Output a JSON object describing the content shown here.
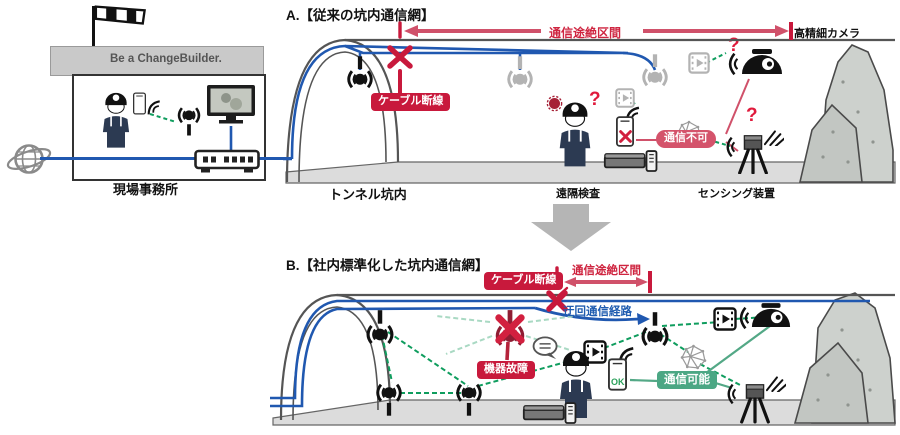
{
  "office": {
    "banner": "Be a ChangeBuilder.",
    "label": "現場事務所"
  },
  "section_a": {
    "title": "A.【従来の坑内通信網】",
    "outage_span_label": "通信途絶区間",
    "hd_camera_label": "高精細カメラ",
    "cable_break_label": "ケーブル断線",
    "tunnel_label": "トンネル坑内",
    "remote_inspection_label": "遠隔検査",
    "comm_unavailable_label": "通信不可",
    "sensing_device_label": "センシング装置",
    "question_mark": "?"
  },
  "section_b": {
    "title": "B.【社内標準化した坑内通信網】",
    "cable_break_label": "ケーブル断線",
    "outage_span_label": "通信途絶区間",
    "detour_route_label": "迂回通信経路",
    "device_failure_label": "機器故障",
    "comm_available_label": "通信可能",
    "phone_ok_text": "OK"
  },
  "colors": {
    "crimson": "#c8193c",
    "pink_red": "#d4536b",
    "cable_blue": "#2058b0",
    "mesh_green": "#0f9d5e",
    "label_green": "#4ba784",
    "icon_gray": "#b3b3b3",
    "worker_navy": "#2c3a52"
  }
}
